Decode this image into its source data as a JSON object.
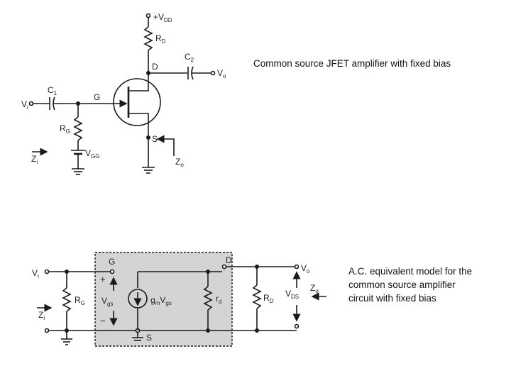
{
  "captions": {
    "top": "Common source JFET amplifier with fixed bias",
    "bottom_lines": [
      "A.C. equivalent model for the",
      "common source amplifier",
      "circuit with fixed bias"
    ]
  },
  "fixed_bias_circuit": {
    "supply": {
      "main": "+V",
      "sub": "DD"
    },
    "drain_resistor": {
      "main": "R",
      "sub": "D"
    },
    "output_capacitor": {
      "main": "C",
      "sub": "2"
    },
    "drain": "D",
    "output": {
      "main": "V",
      "sub": "o"
    },
    "input": {
      "main": "V",
      "sub": "i"
    },
    "input_capacitor": {
      "main": "C",
      "sub": "1"
    },
    "gate": "G",
    "gate_resistor": {
      "main": "R",
      "sub": "G"
    },
    "gate_supply": {
      "main": "V",
      "sub": "GG"
    },
    "source": "S",
    "input_impedance": {
      "main": "Z",
      "sub": "i"
    },
    "output_impedance": {
      "main": "Z",
      "sub": "o"
    }
  },
  "ac_model": {
    "input": {
      "main": "V",
      "sub": "i"
    },
    "gate": "G",
    "plus": "+",
    "minus": "−",
    "gate_resistor": {
      "main": "R",
      "sub": "G"
    },
    "vgs": {
      "main": "V",
      "sub": "gs"
    },
    "current_source": {
      "main": "g",
      "sub1": "m",
      "mid": "V",
      "sub2": "gs"
    },
    "drain_resistance": {
      "main": "r",
      "sub": "d"
    },
    "drain": "D",
    "drain_resistor": {
      "main": "R",
      "sub": "D"
    },
    "output": {
      "main": "V",
      "sub": "o"
    },
    "vds": {
      "main": "V",
      "sub": "DS"
    },
    "output_impedance": {
      "main": "Z",
      "sub": "o"
    },
    "input_impedance": {
      "main": "Z",
      "sub": "i"
    },
    "source": "S"
  },
  "colors": {
    "ink": "#1a1a1a",
    "shaded_box": "#d4d4d4"
  }
}
